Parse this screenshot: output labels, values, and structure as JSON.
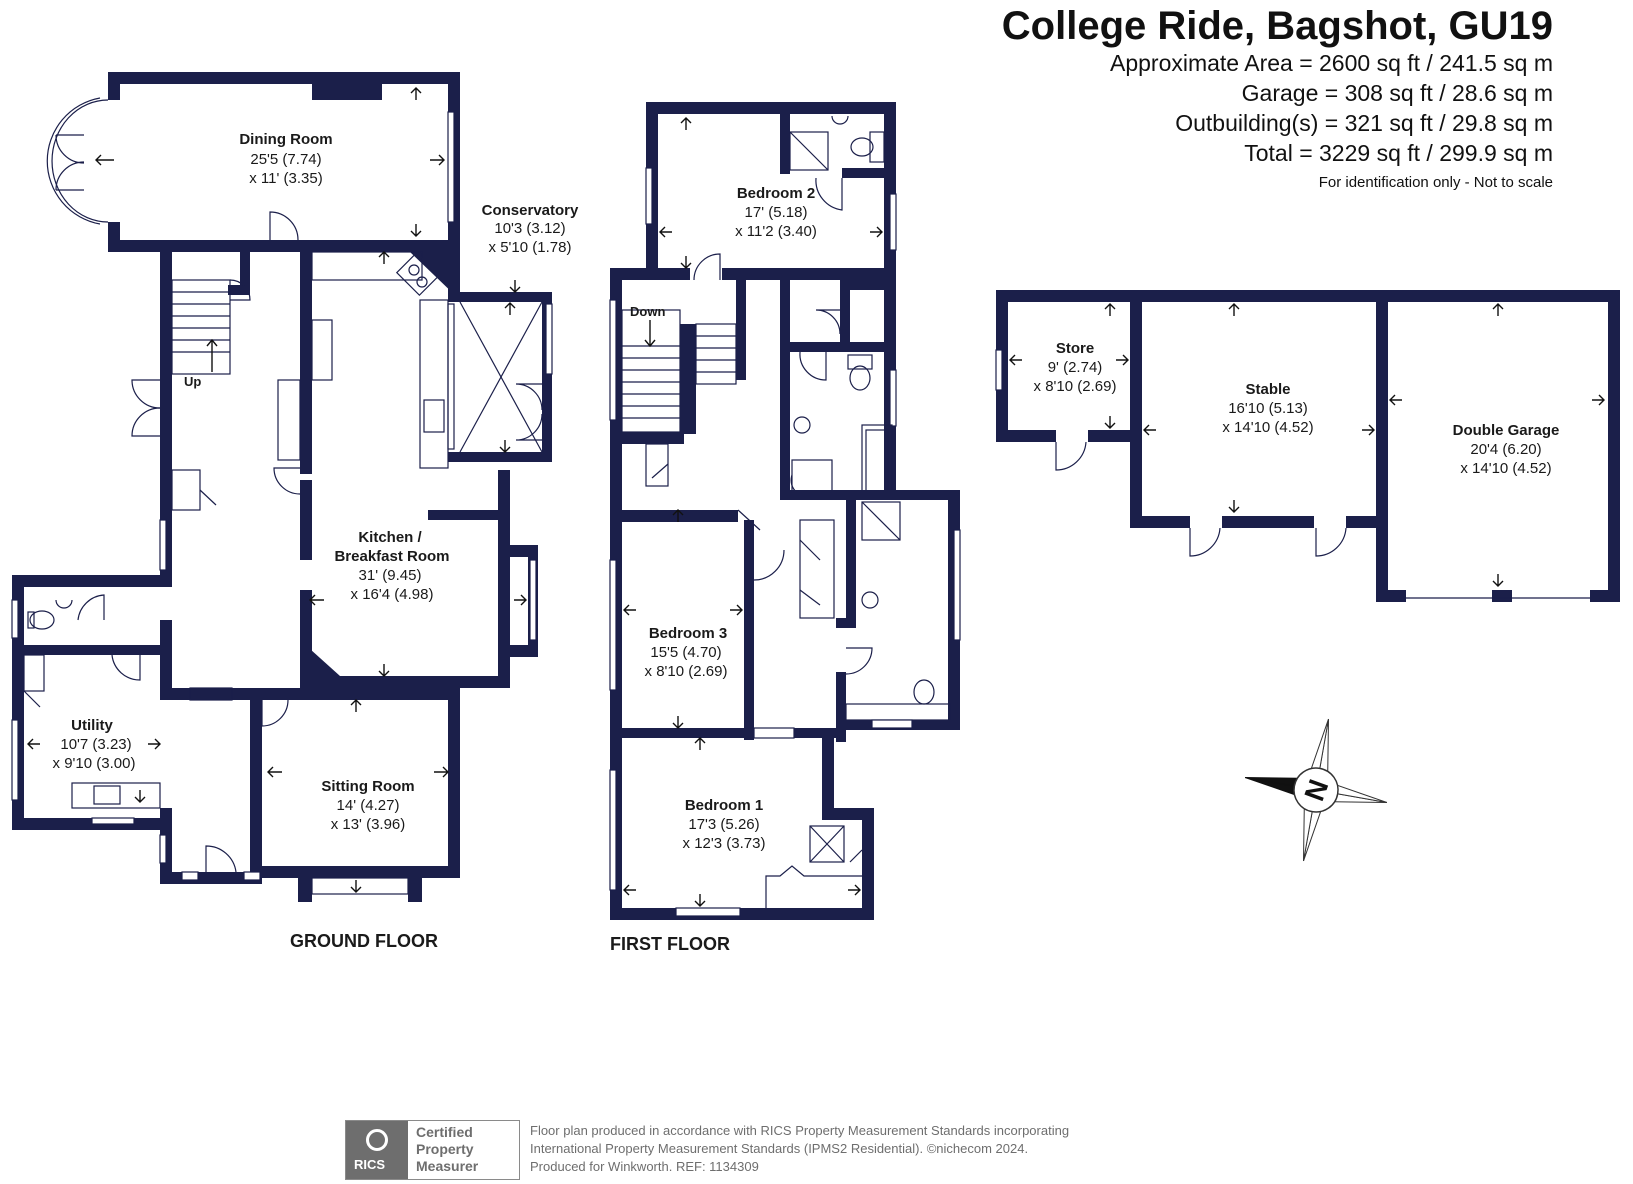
{
  "header": {
    "title": "College Ride, Bagshot, GU19",
    "areas": [
      "Approximate Area = 2600 sq ft / 241.5 sq m",
      "Garage = 308 sq ft / 28.6 sq m",
      "Outbuilding(s) = 321 sq ft / 29.8 sq m",
      "Total = 3229 sq ft / 299.9 sq m"
    ],
    "disclaimer": "For identification only - Not to scale"
  },
  "ground_floor": {
    "label": "GROUND FLOOR",
    "stairs_label": "Up",
    "rooms": {
      "dining": {
        "name": "Dining Room",
        "dim1": "25'5 (7.74)",
        "dim2": "x 11' (3.35)"
      },
      "conservatory": {
        "name": "Conservatory",
        "dim1": "10'3 (3.12)",
        "dim2": "x 5'10 (1.78)"
      },
      "kitchen": {
        "name1": "Kitchen /",
        "name2": "Breakfast Room",
        "dim1": "31' (9.45)",
        "dim2": "x 16'4 (4.98)"
      },
      "utility": {
        "name": "Utility",
        "dim1": "10'7 (3.23)",
        "dim2": "x 9'10 (3.00)"
      },
      "sitting": {
        "name": "Sitting Room",
        "dim1": "14' (4.27)",
        "dim2": "x 13' (3.96)"
      }
    }
  },
  "first_floor": {
    "label": "FIRST FLOOR",
    "stairs_label": "Down",
    "rooms": {
      "bed2": {
        "name": "Bedroom 2",
        "dim1": "17' (5.18)",
        "dim2": "x 11'2 (3.40)"
      },
      "bed3": {
        "name": "Bedroom 3",
        "dim1": "15'5 (4.70)",
        "dim2": "x 8'10 (2.69)"
      },
      "bed1": {
        "name": "Bedroom 1",
        "dim1": "17'3 (5.26)",
        "dim2": "x 12'3 (3.73)"
      }
    }
  },
  "outbuildings": {
    "store": {
      "name": "Store",
      "dim1": "9' (2.74)",
      "dim2": "x 8'10 (2.69)"
    },
    "stable": {
      "name": "Stable",
      "dim1": "16'10 (5.13)",
      "dim2": "x 14'10 (4.52)"
    },
    "garage": {
      "name": "Double Garage",
      "dim1": "20'4 (6.20)",
      "dim2": "x 14'10 (4.52)"
    }
  },
  "compass": {
    "letter": "N"
  },
  "footer": {
    "rics_mark": "RICS",
    "cert_lines": [
      "Certified",
      "Property",
      "Measurer"
    ],
    "lines": [
      "Floor plan produced in accordance with RICS Property Measurement Standards incorporating",
      "International Property Measurement Standards (IPMS2 Residential).  ©nichecom 2024.",
      "Produced for Winkworth.   REF: 1134309"
    ]
  },
  "colors": {
    "wall": "#1b1f4a",
    "text": "#1a1a1a",
    "footer_grey": "#6e6e6e"
  }
}
